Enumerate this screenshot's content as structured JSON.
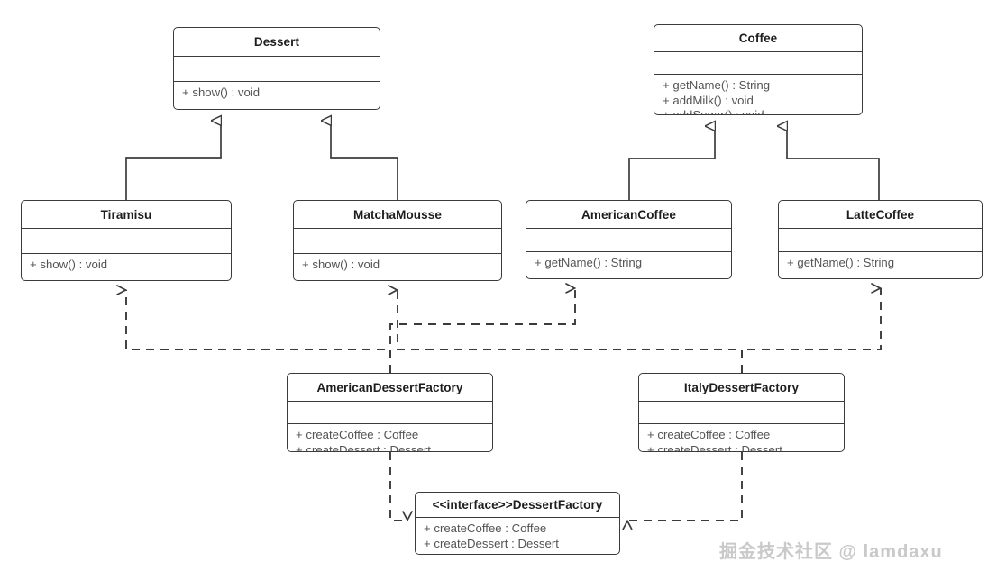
{
  "diagram": {
    "kind": "uml-class-diagram",
    "watermark": "掘金技术社区 @ lamdaxu",
    "colors": {
      "stroke": "#3b3b3b",
      "title_text": "#1d1d1d",
      "member_text": "#545454",
      "background": "#ffffff",
      "watermark": "#c9c9c9"
    },
    "classes": {
      "dessert": {
        "name": "Dessert",
        "attributes": [],
        "operations": [
          "+ show() : void"
        ]
      },
      "coffee": {
        "name": "Coffee",
        "attributes": [],
        "operations": [
          "+ getName() : String",
          "+ addMilk() : void",
          "+ addSugar() : void"
        ]
      },
      "tiramisu": {
        "name": "Tiramisu",
        "attributes": [],
        "operations": [
          "+ show() : void"
        ]
      },
      "matcha_mousse": {
        "name": "MatchaMousse",
        "attributes": [],
        "operations": [
          "+ show() : void"
        ]
      },
      "american_coffee": {
        "name": "AmericanCoffee",
        "attributes": [],
        "operations": [
          "+ getName() : String"
        ]
      },
      "latte_coffee": {
        "name": "LatteCoffee",
        "attributes": [],
        "operations": [
          "+ getName() : String"
        ]
      },
      "american_dessert_factory": {
        "name": "AmericanDessertFactory",
        "attributes": [],
        "operations": [
          "+ createCoffee : Coffee",
          "+ createDessert : Dessert"
        ]
      },
      "italy_dessert_factory": {
        "name": "ItalyDessertFactory",
        "attributes": [],
        "operations": [
          "+ createCoffee : Coffee",
          "+ createDessert : Dessert"
        ]
      },
      "dessert_factory": {
        "stereotype": "<<interface>>",
        "name": "DessertFactory",
        "operations": [
          "+ createCoffee : Coffee",
          "+ createDessert : Dessert"
        ]
      }
    },
    "relationships": [
      {
        "type": "generalization",
        "from": "Tiramisu",
        "to": "Dessert"
      },
      {
        "type": "generalization",
        "from": "MatchaMousse",
        "to": "Dessert"
      },
      {
        "type": "generalization",
        "from": "AmericanCoffee",
        "to": "Coffee"
      },
      {
        "type": "generalization",
        "from": "LatteCoffee",
        "to": "Coffee"
      },
      {
        "type": "dependency",
        "from": "AmericanDessertFactory",
        "to": "Tiramisu"
      },
      {
        "type": "dependency",
        "from": "AmericanDessertFactory",
        "to": "AmericanCoffee"
      },
      {
        "type": "dependency",
        "from": "ItalyDessertFactory",
        "to": "MatchaMousse"
      },
      {
        "type": "dependency",
        "from": "ItalyDessertFactory",
        "to": "LatteCoffee"
      },
      {
        "type": "realization",
        "from": "AmericanDessertFactory",
        "to": "DessertFactory"
      },
      {
        "type": "realization",
        "from": "ItalyDessertFactory",
        "to": "DessertFactory"
      }
    ]
  }
}
